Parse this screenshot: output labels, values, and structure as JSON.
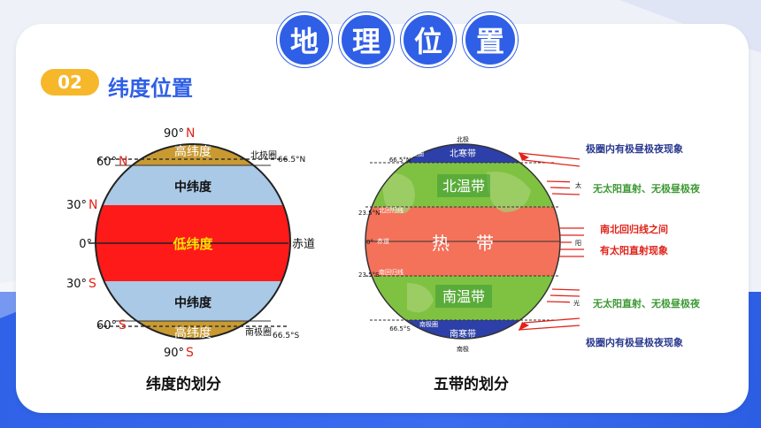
{
  "header": {
    "title_chars": [
      "地",
      "理",
      "位",
      "置"
    ]
  },
  "section": {
    "number": "02",
    "title": "纬度位置"
  },
  "left_diagram": {
    "caption": "纬度的划分",
    "band_high_north": "高纬度",
    "band_mid_north": "中纬度",
    "band_low": "低纬度",
    "band_mid_south": "中纬度",
    "band_high_south": "高纬度",
    "lat_90n_num": "90°",
    "lat_90n_dir": "N",
    "lat_60n_num": "60°",
    "lat_60n_dir": "N",
    "lat_30n_num": "30°",
    "lat_30n_dir": "N",
    "lat_0": "0°",
    "lat_30s_num": "30°",
    "lat_30s_dir": "S",
    "lat_60s_num": "60°",
    "lat_60s_dir": "S",
    "lat_90s_num": "90°",
    "lat_90s_dir": "S",
    "arctic_circle": "北极圈",
    "arctic_deg": "66.5°N",
    "antarctic_circle": "南极圈",
    "antarctic_deg": "66.5°S",
    "equator": "赤道"
  },
  "right_diagram": {
    "caption": "五带的划分",
    "north_pole": "北极",
    "south_pole": "南极",
    "zone_north_frigid": "北寒带",
    "zone_north_temperate": "北温带",
    "zone_tropic_1": "热",
    "zone_tropic_2": "带",
    "zone_south_temperate": "南温带",
    "zone_south_frigid": "南寒带",
    "lat_n665": "66.5°N",
    "lat_n235": "23.5°N",
    "lat_0": "0°",
    "lat_s235": "23.5°S",
    "lat_s665": "66.5°S",
    "tropic_cancer": "北回归线",
    "equator": "赤道",
    "tropic_capricorn": "南回归线",
    "arctic_circle": "北极圈",
    "antarctic_circle": "南极圈",
    "sun_1": "太",
    "sun_2": "阳",
    "sun_3": "光",
    "note_polar_north": "极圈内有极昼极夜现象",
    "note_temperate_north": "无太阳直射、无极昼极夜",
    "note_tropic_1": "南北回归线之间",
    "note_tropic_2": "有太阳直射现象",
    "note_temperate_south": "无太阳直射、无极昼极夜",
    "note_polar_south": "极圈内有极昼极夜现象"
  }
}
